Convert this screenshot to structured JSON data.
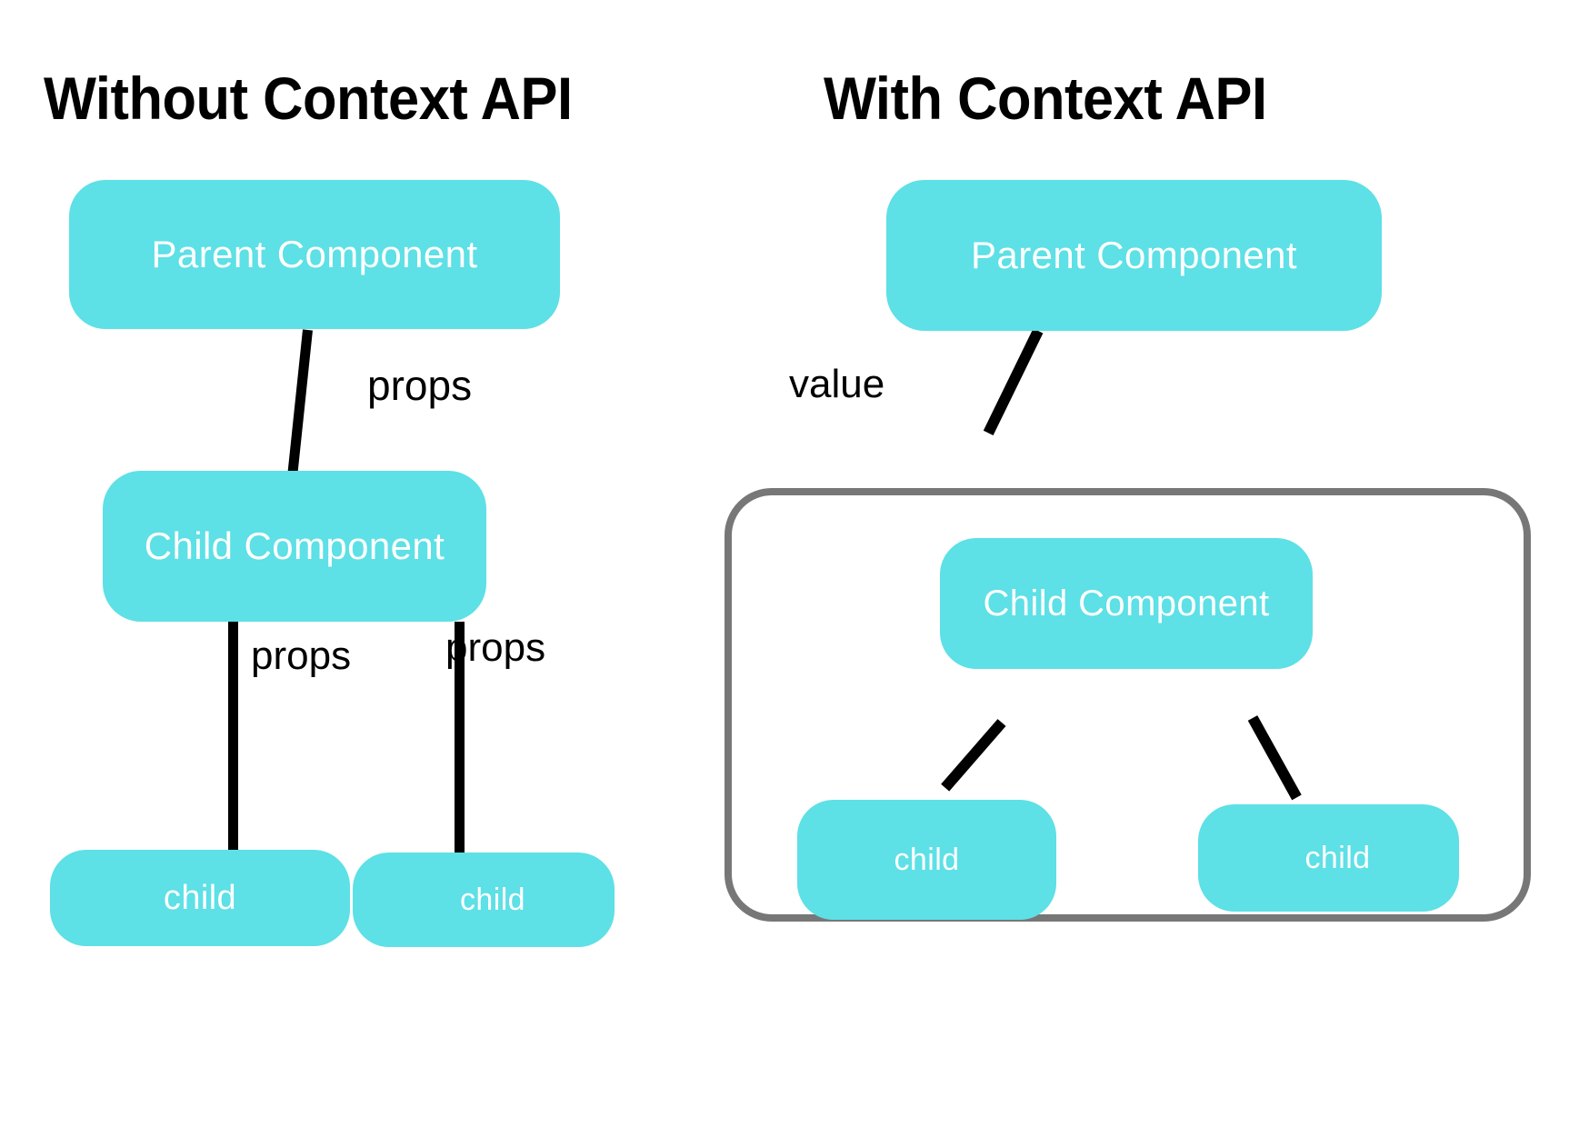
{
  "diagram": {
    "background_color": "#ffffff",
    "node_color": "#5de0e6",
    "node_text_color": "#ffffff",
    "connector_color": "#000000",
    "container_border_color": "#777777",
    "panels": [
      {
        "id": "without-context-api",
        "title": "Without Context API",
        "nodes": [
          {
            "id": "parent",
            "label": "Parent Component"
          },
          {
            "id": "child",
            "label": "Child Component"
          },
          {
            "id": "leaf1",
            "label": "child"
          },
          {
            "id": "leaf2",
            "label": "child"
          }
        ],
        "edges": [
          {
            "from": "parent",
            "to": "child",
            "label": "props"
          },
          {
            "from": "child",
            "to": "leaf1",
            "label": "props"
          },
          {
            "from": "child",
            "to": "leaf2",
            "label": "props"
          }
        ]
      },
      {
        "id": "with-context-api",
        "title": "With Context API",
        "nodes": [
          {
            "id": "parent",
            "label": "Parent Component"
          },
          {
            "id": "child",
            "label": "Child Component"
          },
          {
            "id": "leaf1",
            "label": "child"
          },
          {
            "id": "leaf2",
            "label": "child"
          }
        ],
        "edges": [
          {
            "from": "parent",
            "to": "child",
            "label": "value"
          },
          {
            "from": "child",
            "to": "leaf1",
            "label": ""
          },
          {
            "from": "child",
            "to": "leaf2",
            "label": ""
          }
        ],
        "container": {
          "label": "",
          "encloses": [
            "child",
            "leaf1",
            "leaf2"
          ]
        }
      }
    ]
  }
}
